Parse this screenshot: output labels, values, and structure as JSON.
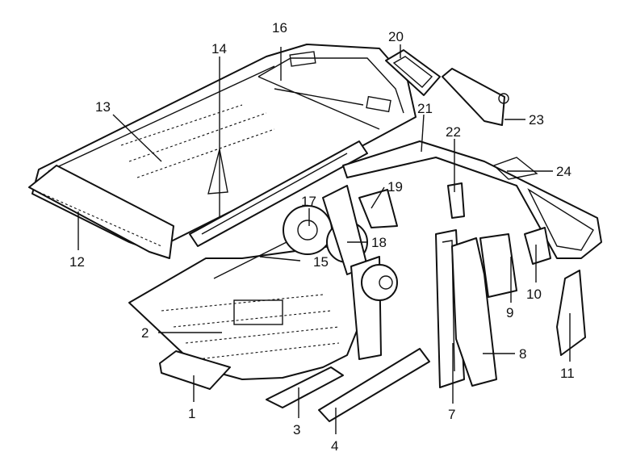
{
  "diagram": {
    "callouts": [
      {
        "id": "1",
        "label": "1"
      },
      {
        "id": "2",
        "label": "2"
      },
      {
        "id": "3",
        "label": "3"
      },
      {
        "id": "4",
        "label": "4"
      },
      {
        "id": "7",
        "label": "7"
      },
      {
        "id": "8",
        "label": "8"
      },
      {
        "id": "9",
        "label": "9"
      },
      {
        "id": "10",
        "label": "10"
      },
      {
        "id": "11",
        "label": "11"
      },
      {
        "id": "12",
        "label": "12"
      },
      {
        "id": "13",
        "label": "13"
      },
      {
        "id": "14",
        "label": "14"
      },
      {
        "id": "15",
        "label": "15"
      },
      {
        "id": "16",
        "label": "16"
      },
      {
        "id": "17",
        "label": "17"
      },
      {
        "id": "18",
        "label": "18"
      },
      {
        "id": "19",
        "label": "19"
      },
      {
        "id": "20",
        "label": "20"
      },
      {
        "id": "21",
        "label": "21"
      },
      {
        "id": "22",
        "label": "22"
      },
      {
        "id": "23",
        "label": "23"
      },
      {
        "id": "24",
        "label": "24"
      }
    ]
  }
}
